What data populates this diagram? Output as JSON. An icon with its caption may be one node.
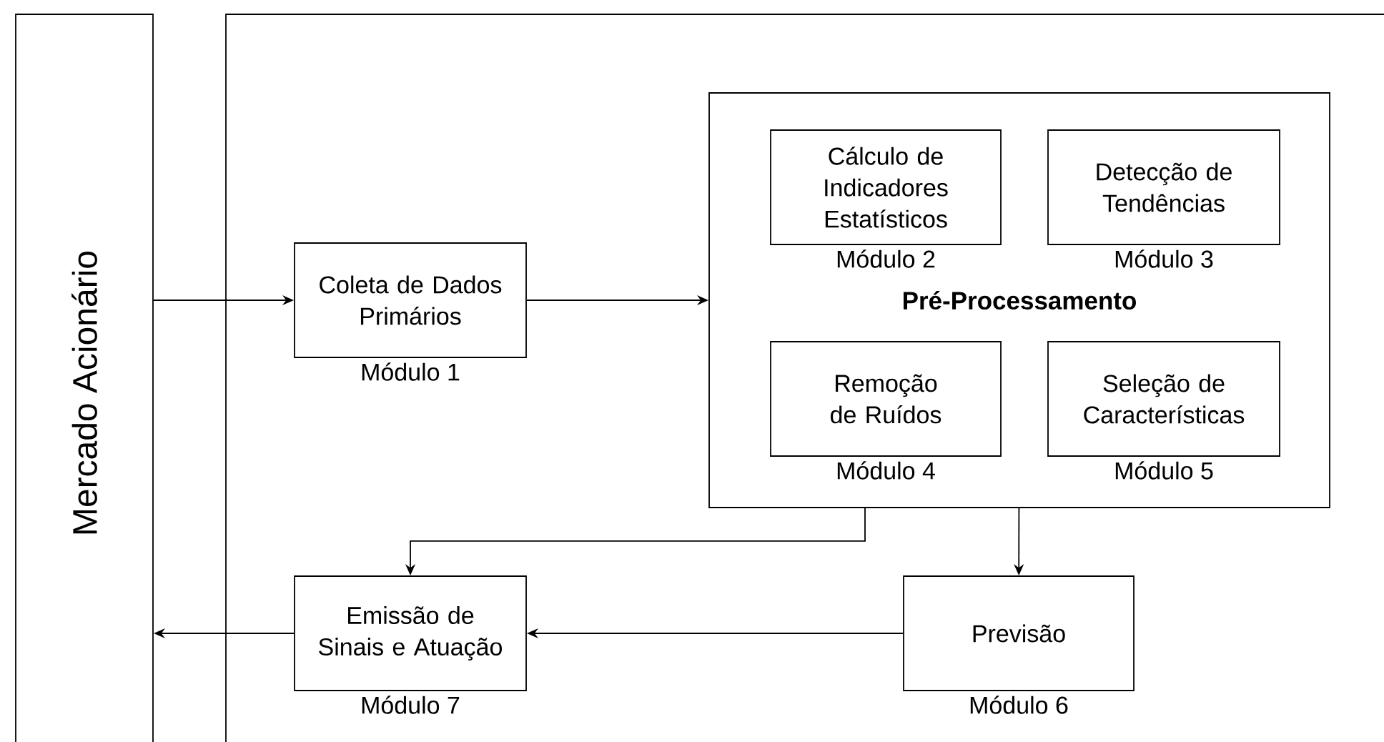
{
  "diagram": {
    "nodes": [
      {
        "text": [
          "Mercado Acionário"
        ]
      },
      {
        "text": [],
        "shape": "box"
      },
      {
        "text": [
          "Coleta de Dados Primários"
        ],
        "beside": [
          "Módulo 1"
        ],
        "in": 1
      },
      {
        "text": [
          "Pré-Processamento"
        ],
        "in": 1
      },
      {
        "text": [
          "Cálculo de Indicadores Estatísticos"
        ],
        "beside": [
          "Módulo 2"
        ],
        "in": 3
      },
      {
        "text": [
          "Detecção de Tendências"
        ],
        "beside": [
          "Módulo 3"
        ],
        "in": 3
      },
      {
        "text": [
          "Remoção de Ruídos"
        ],
        "beside": [
          "Módulo 4"
        ],
        "in": 3
      },
      {
        "text": [
          "Seleção de Características"
        ],
        "beside": [
          "Módulo 5"
        ],
        "in": 3
      },
      {
        "text": [
          "Previsão"
        ],
        "beside": [
          "Módulo 6"
        ],
        "in": 1
      },
      {
        "text": [
          "Emissão de Sinais e Atuação"
        ],
        "beside": [
          "Módulo 7"
        ],
        "in": 1
      }
    ],
    "edges": [
      {
        "from": 0,
        "to": 2,
        "arrow": "to"
      },
      {
        "from": 2,
        "to": 3,
        "arrow": "to"
      },
      {
        "from": 3,
        "to": 9,
        "arrow": "to"
      },
      {
        "from": 3,
        "to": 8,
        "arrow": "to"
      },
      {
        "from": 8,
        "to": 9,
        "arrow": "to"
      },
      {
        "from": 9,
        "to": 0,
        "arrow": "to"
      }
    ]
  }
}
